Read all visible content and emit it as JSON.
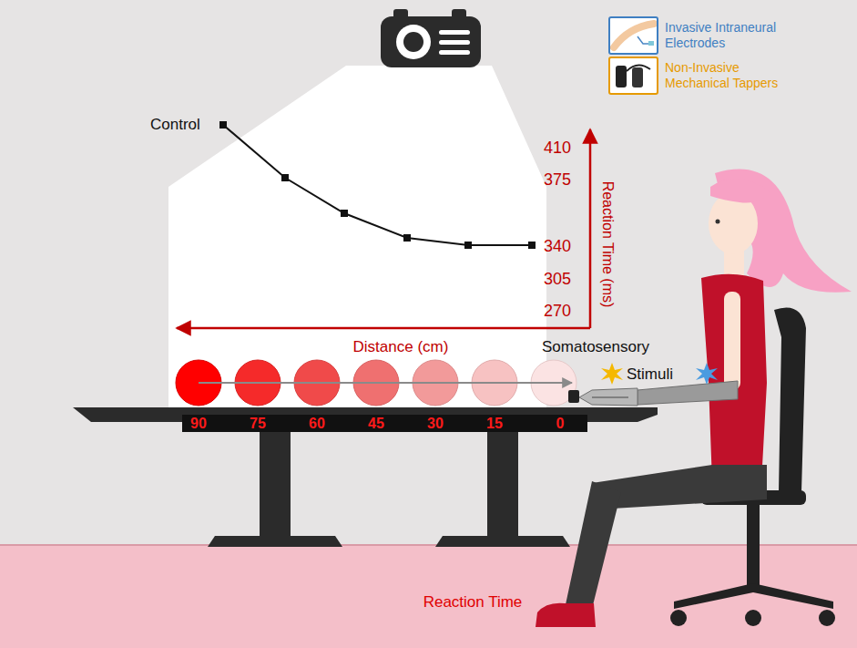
{
  "diagram": {
    "nodes": [
      {
        "text": [
          "Invasive Intraneural Electrodes"
        ]
      },
      {
        "text": [
          "Non-Invasive Mechanical Tappers"
        ]
      }
    ],
    "labels": [
      "Control",
      "410",
      "375",
      "340",
      "305",
      "270",
      "Reaction Time (ms)",
      "Distance (cm)",
      "90",
      "75",
      "60",
      "45",
      "30",
      "15",
      "0",
      "Somatosensory",
      "Stimuli",
      "Reaction Time"
    ]
  }
}
